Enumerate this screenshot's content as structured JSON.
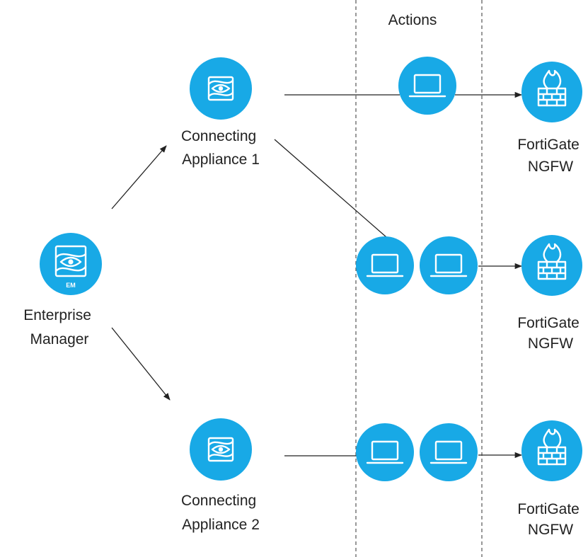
{
  "colors": {
    "accent": "#18a9e6",
    "line": "#222222",
    "divider": "#555555",
    "text": "#222222"
  },
  "zone": {
    "title": "Actions"
  },
  "enterprise_manager": {
    "badge": "EM",
    "label_line1": "Enterprise",
    "label_line2": "Manager",
    "icon": "enterprise-manager-icon"
  },
  "appliances": [
    {
      "label_line1": "Connecting",
      "label_line2": "Appliance 1",
      "icon": "connecting-appliance-icon"
    },
    {
      "label_line1": "Connecting",
      "label_line2": "Appliance 2",
      "icon": "connecting-appliance-icon"
    }
  ],
  "firewalls": [
    {
      "label_line1": "FortiGate",
      "label_line2": "NGFW",
      "icon": "firewall-icon"
    },
    {
      "label_line1": "FortiGate",
      "label_line2": "NGFW",
      "icon": "firewall-icon"
    },
    {
      "label_line1": "FortiGate",
      "label_line2": "NGFW",
      "icon": "firewall-icon"
    }
  ],
  "action_icons": [
    "laptop-icon",
    "laptop-icon",
    "laptop-icon",
    "laptop-icon",
    "laptop-icon"
  ]
}
